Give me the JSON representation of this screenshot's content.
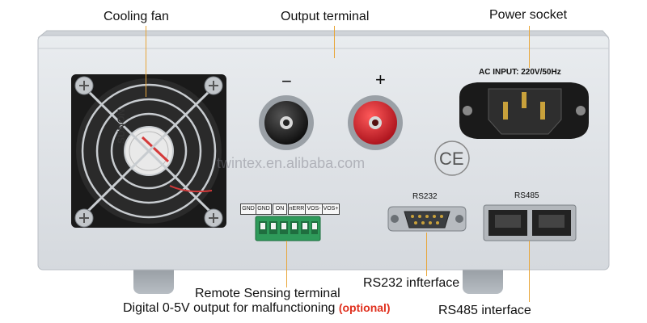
{
  "callouts": {
    "cooling_fan": "Cooling fan",
    "output_terminal": "Output terminal",
    "power_socket": "Power socket",
    "remote_sensing": "Remote Sensing terminal",
    "digital_output": "Digital 0-5V output for malfunctioning",
    "optional": "(optional)",
    "rs232_interface": "RS232 infterface",
    "rs485_interface": "RS485 interface"
  },
  "panel": {
    "ac_input": "AC INPUT: 220V/50Hz",
    "minus": "−",
    "plus": "+",
    "ce_mark": "CE",
    "watermark": "twintex.en.alibaba.com",
    "rs232_label": "RS232",
    "rs485_label": "RS485",
    "fan_brand": "SUNON"
  },
  "terminal_block": {
    "pins": [
      "GND",
      "GND",
      "ON",
      "nERR",
      "VOS-",
      "VOS+"
    ]
  },
  "colors": {
    "panel": "#dfe2e6",
    "leader": "#e8a63a",
    "terminal_red": "#d81f26",
    "terminal_black": "#1b1b1b",
    "connector_green": "#2e9a5a",
    "optional_red": "#e0301e"
  }
}
